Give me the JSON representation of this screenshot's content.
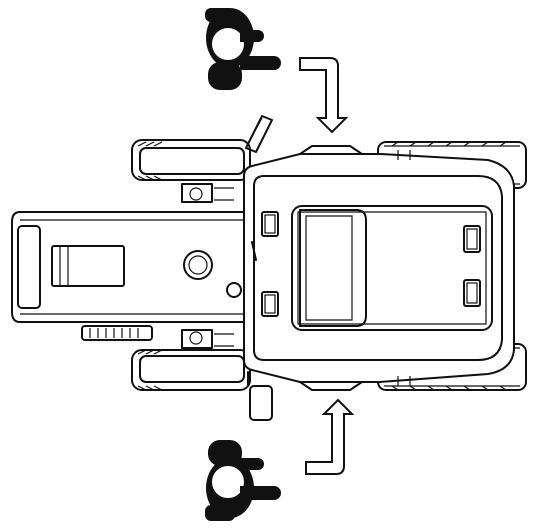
{
  "diagram": {
    "subject": "top-view-tractor-operator-positions",
    "colors": {
      "line": "#111111",
      "background": "#ffffff"
    },
    "elements": [
      "operator-top",
      "operator-bottom",
      "arrow-down",
      "arrow-up",
      "tractor"
    ]
  }
}
